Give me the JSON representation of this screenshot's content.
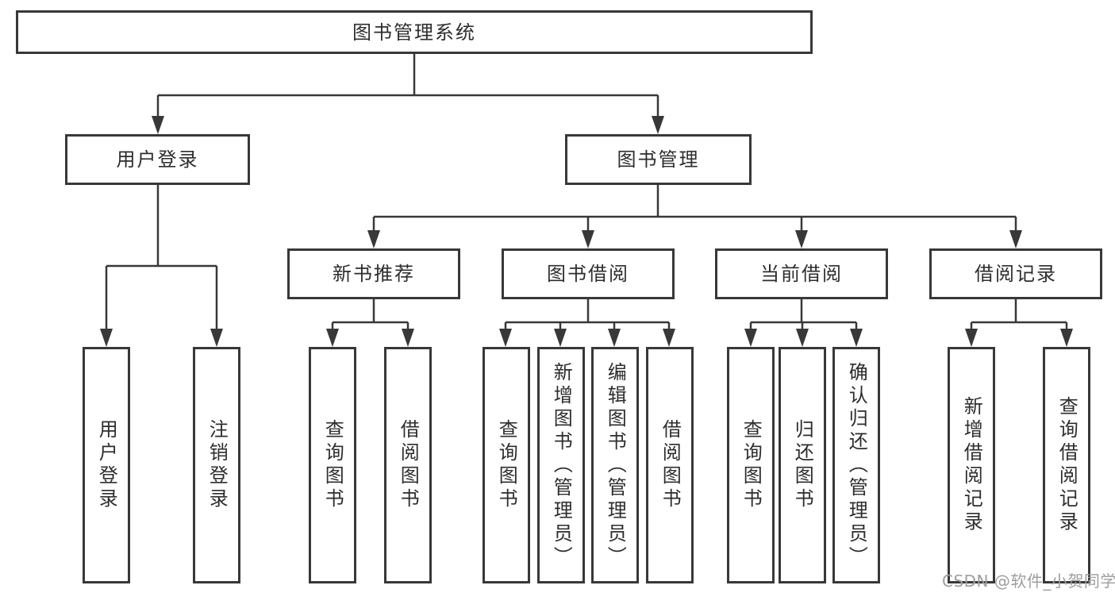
{
  "diagram": {
    "root": {
      "label": "图书管理系统"
    },
    "level2": [
      {
        "label": "用户登录"
      },
      {
        "label": "图书管理"
      }
    ],
    "level3": [
      {
        "label": "新书推荐",
        "parent": "图书管理"
      },
      {
        "label": "图书借阅",
        "parent": "图书管理"
      },
      {
        "label": "当前借阅",
        "parent": "图书管理"
      },
      {
        "label": "借阅记录",
        "parent": "图书管理"
      }
    ],
    "leaves": [
      {
        "label": "用户登录",
        "parent": "用户登录"
      },
      {
        "label": "注销登录",
        "parent": "用户登录"
      },
      {
        "label": "查询图书",
        "parent": "新书推荐"
      },
      {
        "label": "借阅图书",
        "parent": "新书推荐"
      },
      {
        "label": "查询图书",
        "parent": "图书借阅"
      },
      {
        "label": "新增图书（管理员）",
        "parent": "图书借阅"
      },
      {
        "label": "编辑图书（管理员）",
        "parent": "图书借阅"
      },
      {
        "label": "借阅图书",
        "parent": "图书借阅"
      },
      {
        "label": "查询图书",
        "parent": "当前借阅"
      },
      {
        "label": "归还图书",
        "parent": "当前借阅"
      },
      {
        "label": "确认归还（管理员）",
        "parent": "当前借阅"
      },
      {
        "label": "新增借阅记录",
        "parent": "借阅记录"
      },
      {
        "label": "查询借阅记录",
        "parent": "借阅记录"
      }
    ]
  },
  "watermark": {
    "text": "CSDN @软件_小贺同学"
  },
  "colors": {
    "line": "#383838",
    "text": "#2d2d2d",
    "watermark": "#9e9e9e",
    "background": "#ffffff"
  }
}
